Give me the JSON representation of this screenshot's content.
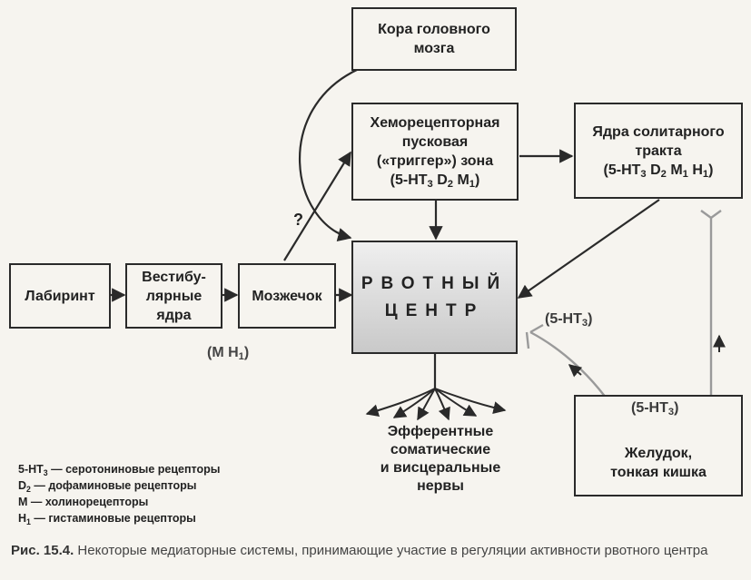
{
  "boxes": {
    "cortex": {
      "lines": [
        "Кора головного",
        "мозга"
      ]
    },
    "ctz": {
      "lines": [
        "Хеморецепторная",
        "пусковая",
        "(«триггер») зона",
        "(5-HT|3| D|2| M|1|)"
      ]
    },
    "nts": {
      "lines": [
        "Ядра солитарного",
        "тракта",
        "(5-HT|3| D|2| M|1| H|1|)"
      ]
    },
    "labyrinth": {
      "lines": [
        "Лабиринт"
      ]
    },
    "vestibular": {
      "lines": [
        "Вестибу-",
        "лярные",
        "ядра"
      ]
    },
    "cerebellum": {
      "lines": [
        "Мозжечок"
      ]
    },
    "vomiting_center": {
      "lines": [
        "РВОТНЫЙ",
        "ЦЕНТР"
      ]
    },
    "stomach": {
      "lines": [
        "Желудок,",
        "тонкая кишка"
      ]
    }
  },
  "labels": {
    "question": "?",
    "vestibular_receptors": "(M  H|1|)",
    "vagal_receptor_upper": "(5-HT|3|)",
    "vagal_receptor_lower": "(5-HT|3|)"
  },
  "efferent": {
    "lines": [
      "Эфферентные",
      "соматические",
      "и висцеральные",
      "нервы"
    ]
  },
  "legend": [
    "5-HT|3| — серотониновые рецепторы",
    "D|2| — дофаминовые рецепторы",
    "M — холинорецепторы",
    "H|1| — гистаминовые рецепторы"
  ],
  "caption": {
    "lead": "Рис. 15.4.",
    "text": " Некоторые медиаторные системы, принимающие участие в регуляции активности рвотного центра"
  },
  "colors": {
    "ink": "#2a2a2a",
    "nerve": "#9a9a9a",
    "background": "#f6f4ef",
    "center_fill_top": "#efefef",
    "center_fill_bottom": "#c9c9c9"
  }
}
